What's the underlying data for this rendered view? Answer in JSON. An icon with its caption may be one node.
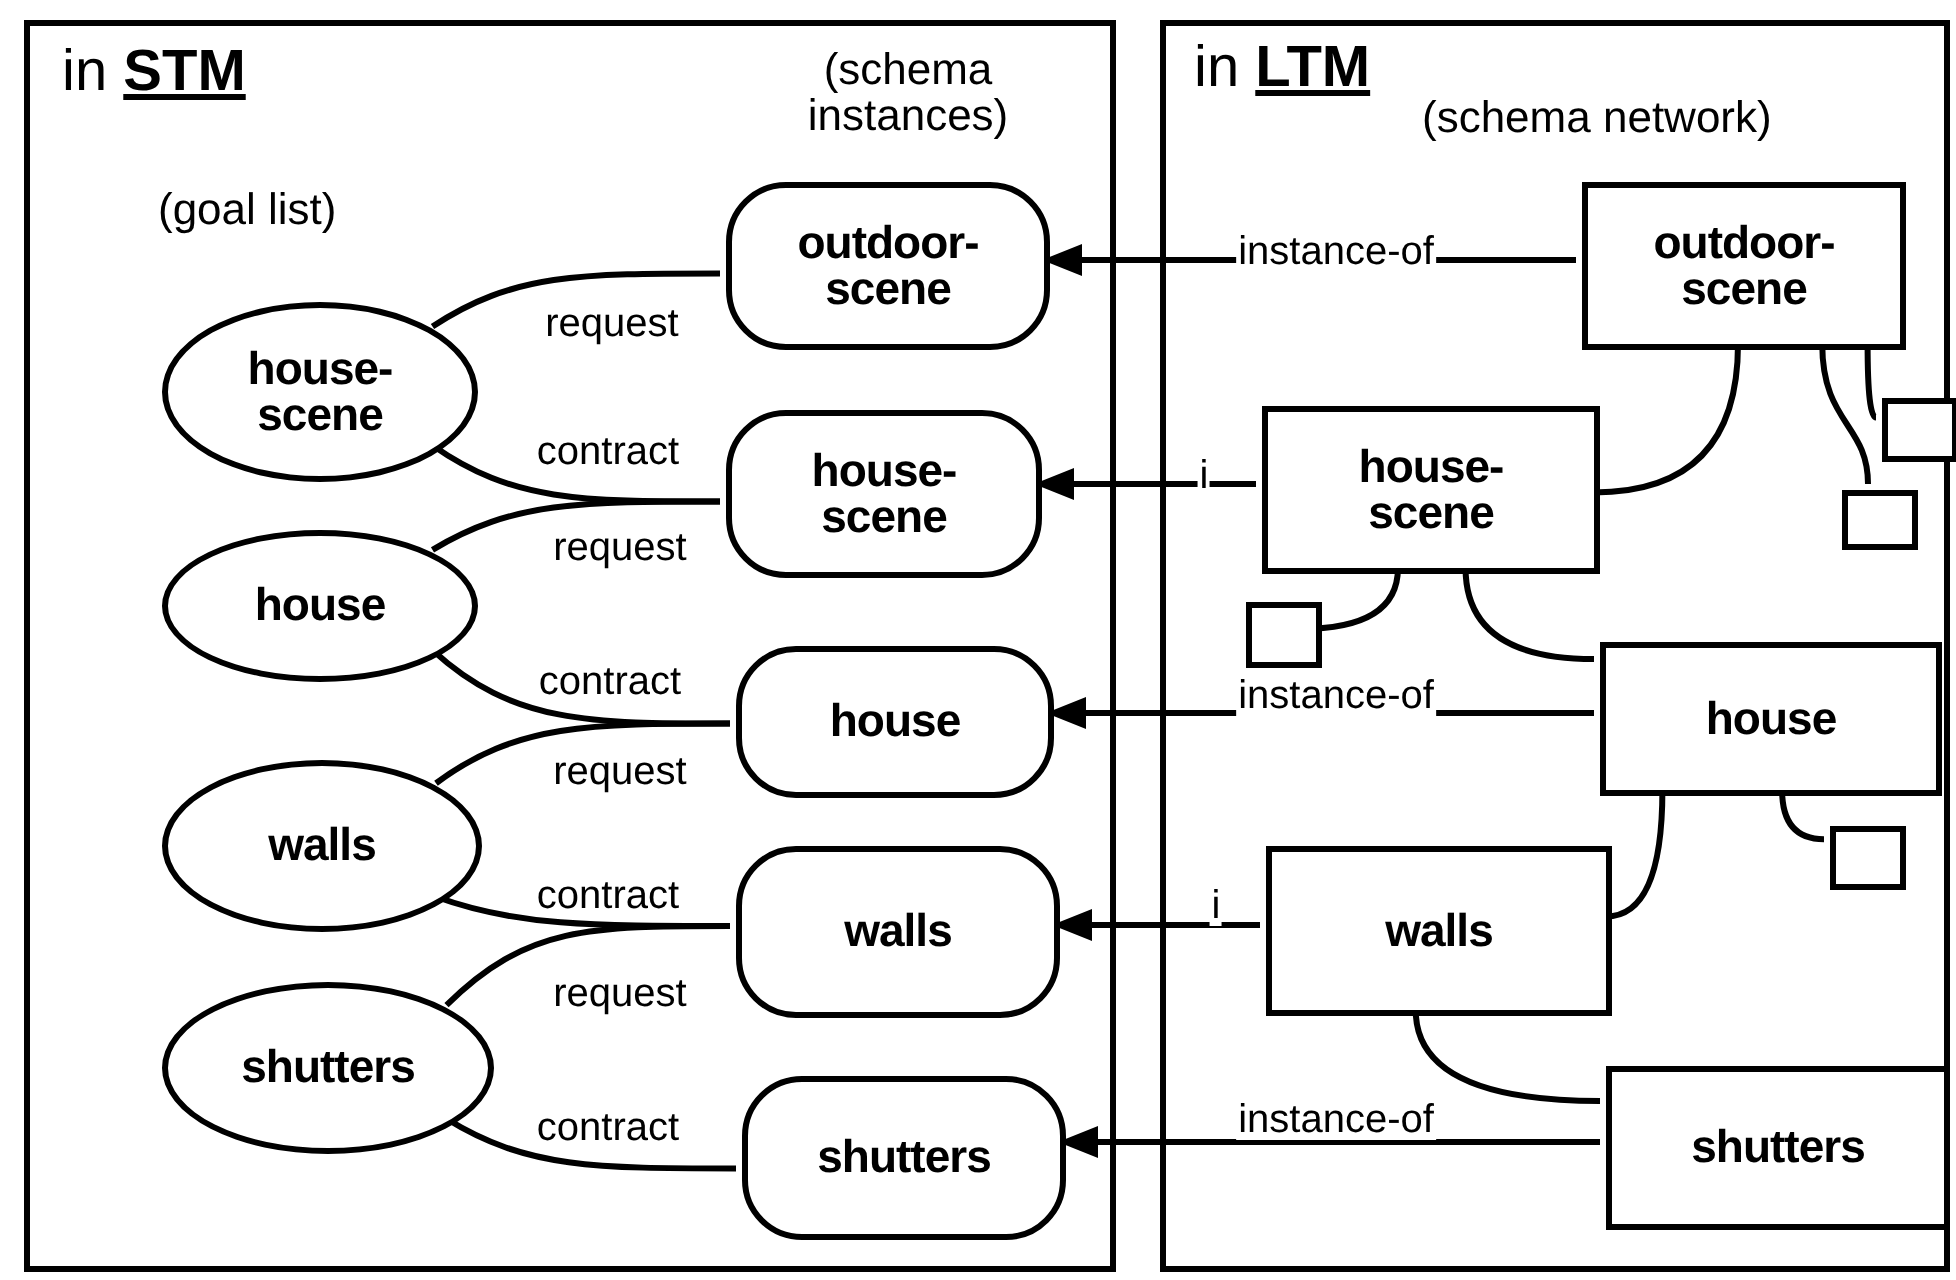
{
  "diagram": {
    "nodes": [
      {
        "text": [
          "in **STM**",
          "(goal list)",
          "(schema instances)"
        ]
      },
      {
        "text": [
          "in **LTM**",
          "(schema network)"
        ]
      },
      {
        "text": [
          "house-scene"
        ],
        "in": 0
      },
      {
        "text": [
          "house"
        ],
        "in": 0
      },
      {
        "text": [
          "walls"
        ],
        "in": 0
      },
      {
        "text": [
          "shutters"
        ],
        "in": 0
      },
      {
        "text": [
          "outdoor-scene"
        ],
        "in": 0
      },
      {
        "text": [
          "house-scene"
        ],
        "in": 0
      },
      {
        "text": [
          "house"
        ],
        "in": 0
      },
      {
        "text": [
          "walls"
        ],
        "in": 0
      },
      {
        "text": [
          "shutters"
        ],
        "in": 0
      },
      {
        "text": [
          "outdoor-scene"
        ],
        "in": 1
      },
      {
        "text": [
          "house-scene"
        ],
        "in": 1
      },
      {
        "text": [
          "house"
        ],
        "in": 1
      },
      {
        "text": [
          "walls"
        ],
        "in": 1
      },
      {
        "text": [
          "shutters"
        ],
        "in": 1
      },
      {
        "text": [],
        "shape": "box",
        "in": 1
      },
      {
        "text": [],
        "shape": "box",
        "in": 1
      },
      {
        "text": [],
        "shape": "box",
        "in": 1
      },
      {
        "text": [],
        "shape": "box",
        "in": 1
      }
    ],
    "edges": [
      {
        "from": 2,
        "to": 6,
        "arrow": "none",
        "label": "request"
      },
      {
        "from": 2,
        "to": 7,
        "arrow": "none",
        "label": "contract"
      },
      {
        "from": 3,
        "to": 7,
        "arrow": "none",
        "label": "request"
      },
      {
        "from": 3,
        "to": 8,
        "arrow": "none",
        "label": "contract"
      },
      {
        "from": 4,
        "to": 8,
        "arrow": "none",
        "label": "request"
      },
      {
        "from": 4,
        "to": 9,
        "arrow": "none",
        "label": "contract"
      },
      {
        "from": 5,
        "to": 9,
        "arrow": "none",
        "label": "request"
      },
      {
        "from": 5,
        "to": 10,
        "arrow": "none",
        "label": "contract"
      },
      {
        "from": 11,
        "to": 6,
        "arrow": "to",
        "label": "instance-of"
      },
      {
        "from": 12,
        "to": 7,
        "arrow": "to",
        "label": "i"
      },
      {
        "from": 13,
        "to": 8,
        "arrow": "to",
        "label": "instance-of"
      },
      {
        "from": 14,
        "to": 9,
        "arrow": "to",
        "label": "i"
      },
      {
        "from": 15,
        "to": 10,
        "arrow": "to",
        "label": "instance-of"
      },
      {
        "from": 11,
        "to": 12,
        "arrow": "none"
      },
      {
        "from": 11,
        "to": 17,
        "arrow": "none"
      },
      {
        "from": 11,
        "to": 16,
        "arrow": "none"
      },
      {
        "from": 12,
        "to": 18,
        "arrow": "none"
      },
      {
        "from": 12,
        "to": 13,
        "arrow": "none"
      },
      {
        "from": 13,
        "to": 14,
        "arrow": "none"
      },
      {
        "from": 13,
        "to": 19,
        "arrow": "none"
      },
      {
        "from": 14,
        "to": 15,
        "arrow": "none"
      }
    ]
  }
}
